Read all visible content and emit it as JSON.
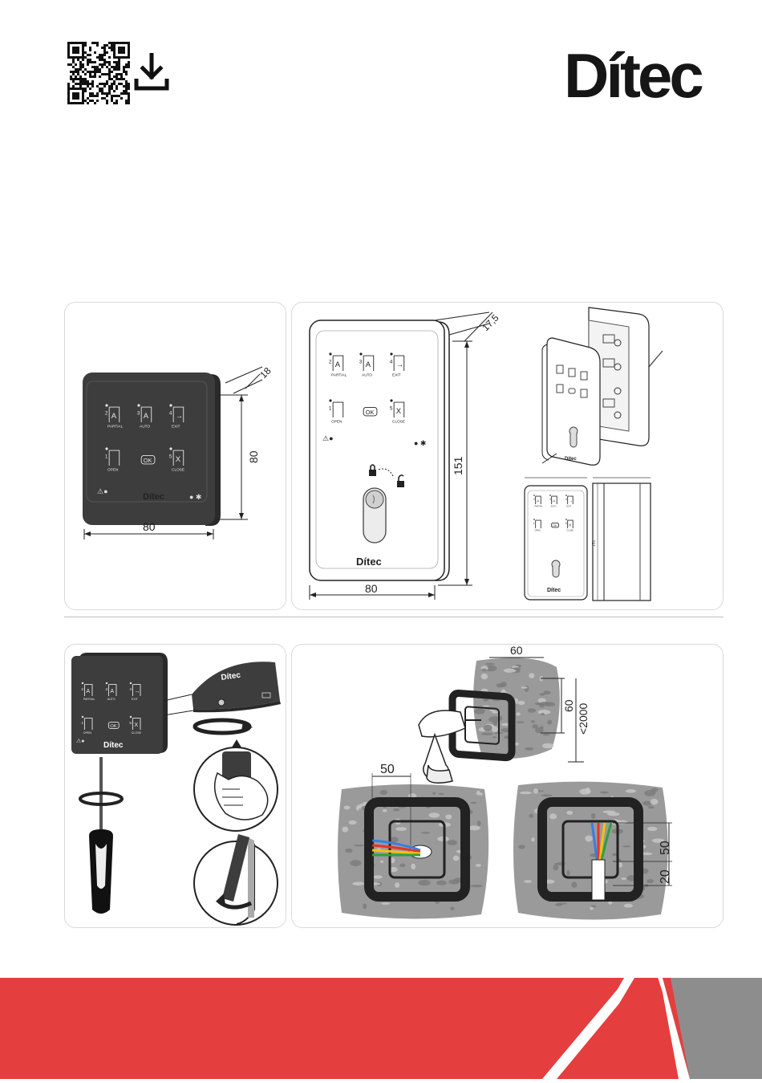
{
  "brand": {
    "name": "Dítec",
    "accent": "#e53e3e",
    "gray": "#8d8d8d",
    "device_color": "#3d3d3d"
  },
  "header": {
    "qr_icon": "qr-code-icon",
    "download_icon": "download-icon"
  },
  "keypad": {
    "buttons": [
      {
        "num": "2",
        "glyph": "A",
        "label": "PARTIAL"
      },
      {
        "num": "3",
        "glyph": "A",
        "label": "AUTO"
      },
      {
        "num": "4",
        "glyph": "→",
        "label": "EXIT"
      },
      {
        "num": "1",
        "glyph": "",
        "label": "OPEN"
      },
      {
        "num": "",
        "glyph": "OK",
        "label": ""
      },
      {
        "num": "5",
        "glyph": "X",
        "label": "CLOSE"
      }
    ],
    "logo": "Dítec"
  },
  "dimensions": {
    "square": {
      "width": "80",
      "height": "80",
      "depth": "18"
    },
    "tall": {
      "width": "80",
      "height": "151",
      "depth": "17,5",
      "side": "151"
    },
    "drill": {
      "width": "60",
      "height": "60",
      "floor": "<2000"
    },
    "cable": {
      "width": "50",
      "height": "50",
      "bottom": "20"
    }
  }
}
